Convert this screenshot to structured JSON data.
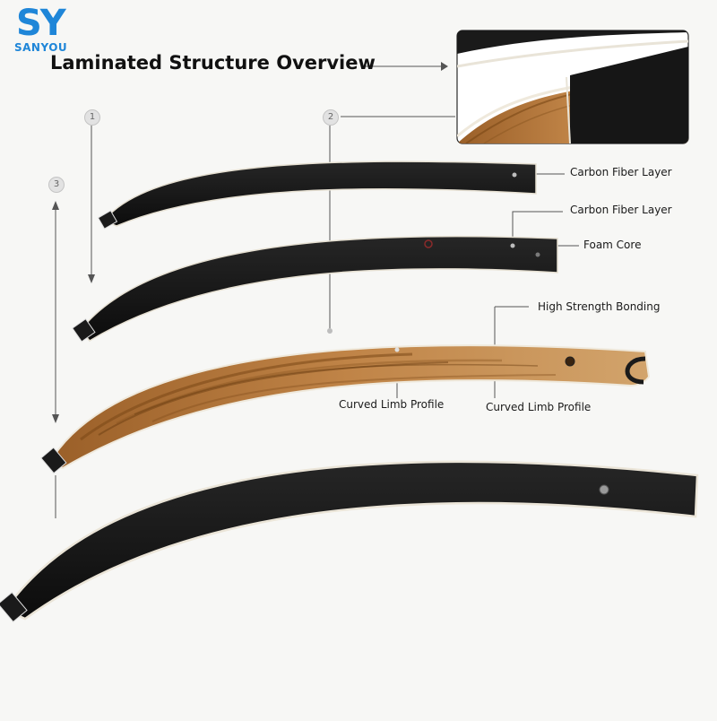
{
  "brand": {
    "mark": "SY",
    "name": "SANYOU"
  },
  "title": "Laminated Structure Overview",
  "steps": [
    "1",
    "2",
    "3"
  ],
  "labels": {
    "carbon_fiber_1": "Carbon Fiber Layer",
    "carbon_fiber_2": "Carbon Fiber Layer",
    "foam_core": "Foam Core",
    "high_strength_bonding": "High Strength Bonding",
    "curved_limb_profile_1": "Curved Limb Profile",
    "curved_limb_profile_2": "Curved Limb Profile"
  },
  "colors": {
    "brand_blue": "#1f86d8",
    "carbon_black": "#141414",
    "wood_core": "#b5773a",
    "wood_grain": "#7a4716",
    "laminate_edge": "#efe9dc"
  }
}
